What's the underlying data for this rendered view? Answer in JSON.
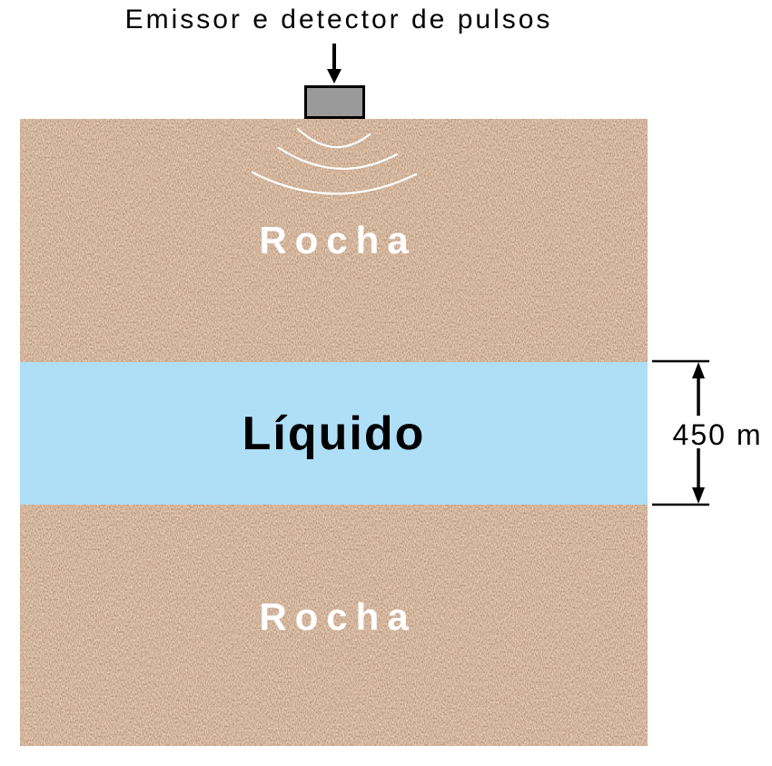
{
  "title": "Emissor e detector de pulsos",
  "layers": [
    {
      "label": "Rocha",
      "material": "rock"
    },
    {
      "label": "Líquido",
      "material": "liquid"
    },
    {
      "label": "Rocha",
      "material": "rock"
    }
  ],
  "dimension": {
    "label": "450 m",
    "measures": "liquid layer thickness"
  },
  "icons": {
    "pointer": "down-arrow-icon",
    "waves": "pulse-wavefronts-icon",
    "dimension": "vertical-double-arrow-icon"
  },
  "colors": {
    "background": "#FFFFFF",
    "rock_base": "#A67854",
    "liquid": "#AEDFF7",
    "device_fill": "#9A9A9A",
    "device_border": "#000000",
    "wavefront": "#FFFFFF",
    "rock_label_text": "#FFFFFF",
    "liquid_label_text": "#000000",
    "annotation": "#000000"
  }
}
